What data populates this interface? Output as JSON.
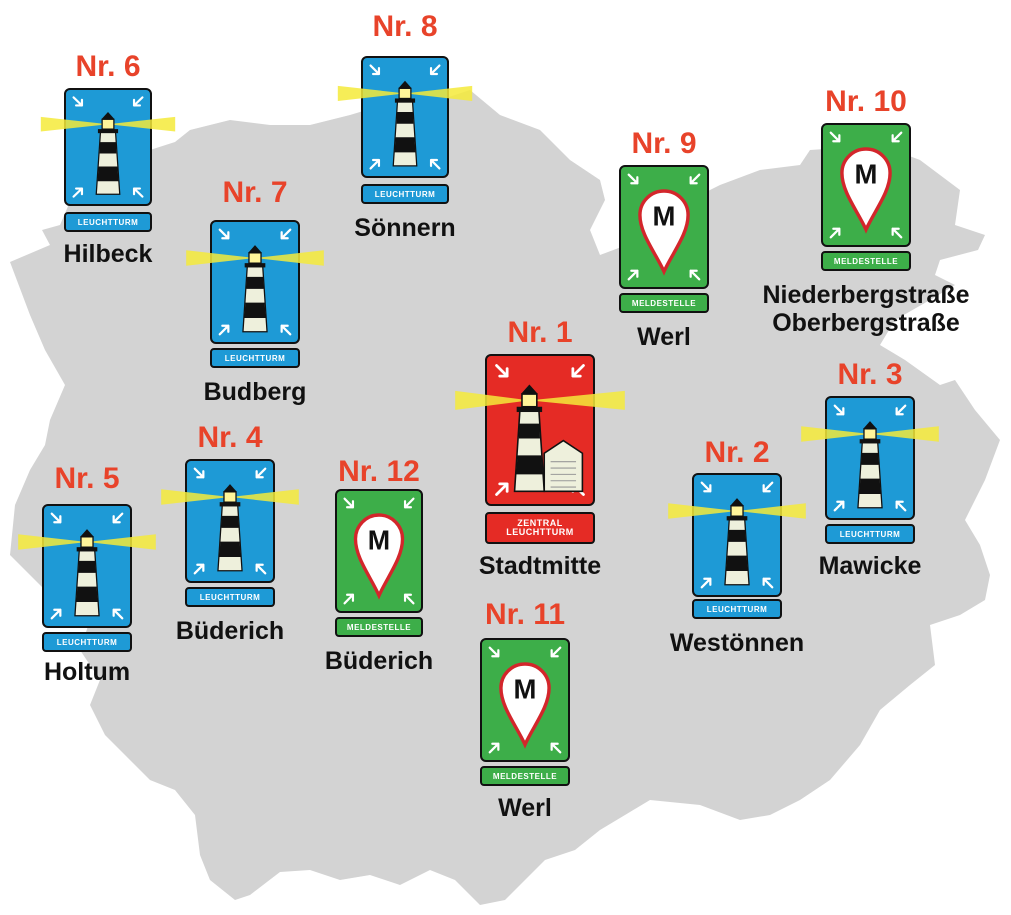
{
  "colors": {
    "region": "#d3d3d3",
    "number": "#e8432a",
    "lighthouse_blue": "#1e9ad6",
    "report_green": "#3dae49",
    "central_red": "#e52b25",
    "beam": "#f5ea3a"
  },
  "markers": [
    {
      "id": "nr6",
      "number": "Nr. 6",
      "type": "leuchtturm",
      "sign_label": "LEUCHTTURM",
      "place": "Hilbeck",
      "icon": "lighthouse-icon"
    },
    {
      "id": "nr8",
      "number": "Nr. 8",
      "type": "leuchtturm",
      "sign_label": "LEUCHTTURM",
      "place": "Sönnern",
      "icon": "lighthouse-icon"
    },
    {
      "id": "nr7",
      "number": "Nr. 7",
      "type": "leuchtturm",
      "sign_label": "LEUCHTTURM",
      "place": "Budberg",
      "icon": "lighthouse-icon"
    },
    {
      "id": "nr9",
      "number": "Nr. 9",
      "type": "meldestelle",
      "sign_label": "MELDESTELLE",
      "place": "Werl",
      "icon": "map-pin-m-icon"
    },
    {
      "id": "nr10",
      "number": "Nr. 10",
      "type": "meldestelle",
      "sign_label": "MELDESTELLE",
      "place": "Niederbergstraße\nOberbergstraße",
      "icon": "map-pin-m-icon"
    },
    {
      "id": "nr1",
      "number": "Nr. 1",
      "type": "zentral",
      "sign_label": "ZENTRAL\nLEUCHTTURM",
      "place": "Stadtmitte",
      "icon": "lighthouse-garage-icon"
    },
    {
      "id": "nr3",
      "number": "Nr. 3",
      "type": "leuchtturm",
      "sign_label": "LEUCHTTURM",
      "place": "Mawicke",
      "icon": "lighthouse-icon"
    },
    {
      "id": "nr5",
      "number": "Nr. 5",
      "type": "leuchtturm",
      "sign_label": "LEUCHTTURM",
      "place": "Holtum",
      "icon": "lighthouse-icon"
    },
    {
      "id": "nr4",
      "number": "Nr. 4",
      "type": "leuchtturm",
      "sign_label": "LEUCHTTURM",
      "place": "Büderich",
      "icon": "lighthouse-icon"
    },
    {
      "id": "nr12",
      "number": "Nr. 12",
      "type": "meldestelle",
      "sign_label": "MELDESTELLE",
      "place": "Büderich",
      "icon": "map-pin-m-icon"
    },
    {
      "id": "nr2",
      "number": "Nr. 2",
      "type": "leuchtturm",
      "sign_label": "LEUCHTTURM",
      "place": "Westönnen",
      "icon": "lighthouse-icon"
    },
    {
      "id": "nr11",
      "number": "Nr. 11",
      "type": "meldestelle",
      "sign_label": "MELDESTELLE",
      "place": "Werl",
      "icon": "map-pin-m-icon"
    }
  ],
  "pin_letter": "M"
}
